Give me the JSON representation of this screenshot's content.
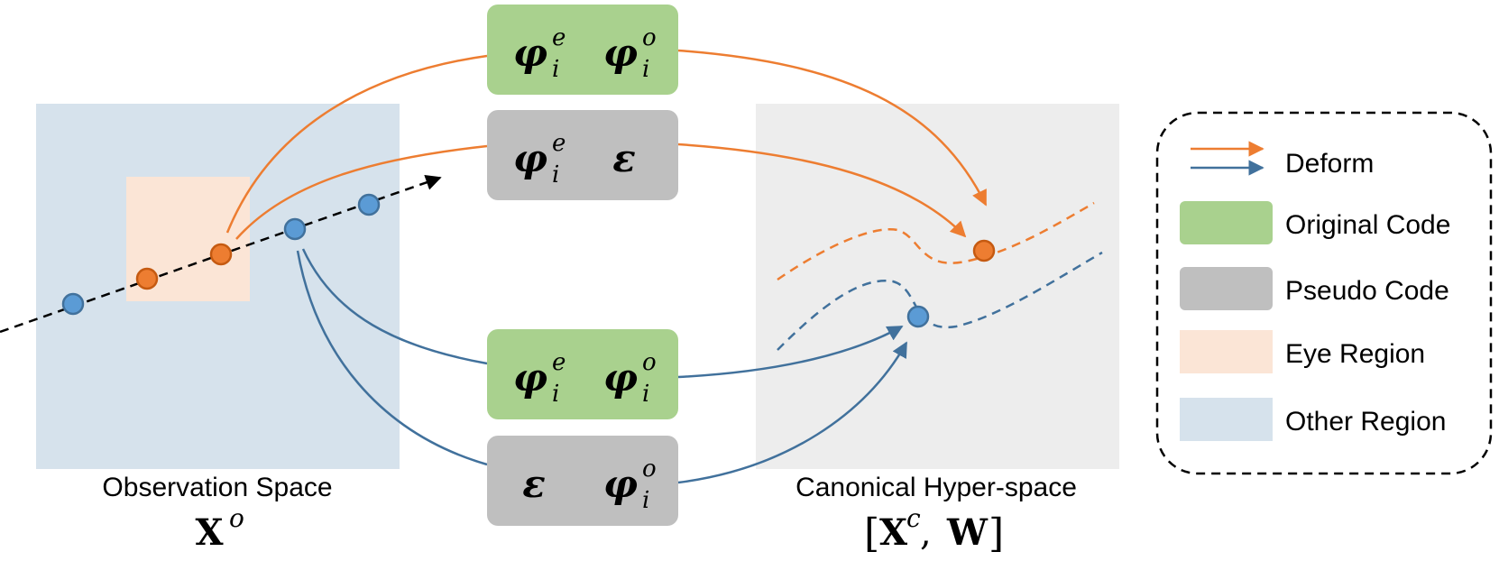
{
  "colors": {
    "orange": "#ED7D31",
    "blue": "#41719C",
    "green": "#A9D18E",
    "gray": "#BFBFBF",
    "eye_region": "#FBE5D6",
    "other_region": "#D6E2EC",
    "canonical_bg": "#EDEDED",
    "point_blue": "#5B9BD5",
    "point_orange": "#ED7D31"
  },
  "observation": {
    "label": "Observation Space",
    "symbol_main": "X",
    "symbol_sup": "o"
  },
  "canonical": {
    "label": "Canonical Hyper-space",
    "symbol_open": "[",
    "symbol_x": "X",
    "symbol_sup": "c",
    "symbol_sep": ", ",
    "symbol_w": "W",
    "symbol_close": "]"
  },
  "codes": [
    {
      "kind": "original",
      "left": {
        "base": "φ",
        "sup": "e",
        "sub": "i"
      },
      "right": {
        "base": "φ",
        "sup": "o",
        "sub": "i"
      }
    },
    {
      "kind": "pseudo",
      "left": {
        "base": "φ",
        "sup": "e",
        "sub": "i"
      },
      "right": {
        "base": "ε",
        "sup": "",
        "sub": ""
      }
    },
    {
      "kind": "original",
      "left": {
        "base": "φ",
        "sup": "e",
        "sub": "i"
      },
      "right": {
        "base": "φ",
        "sup": "o",
        "sub": "i"
      }
    },
    {
      "kind": "pseudo",
      "left": {
        "base": "ε",
        "sup": "",
        "sub": ""
      },
      "right": {
        "base": "φ",
        "sup": "o",
        "sub": "i"
      }
    }
  ],
  "legend": {
    "deform": "Deform",
    "original_code": "Original Code",
    "pseudo_code": "Pseudo Code",
    "eye_region": "Eye Region",
    "other_region": "Other Region"
  }
}
